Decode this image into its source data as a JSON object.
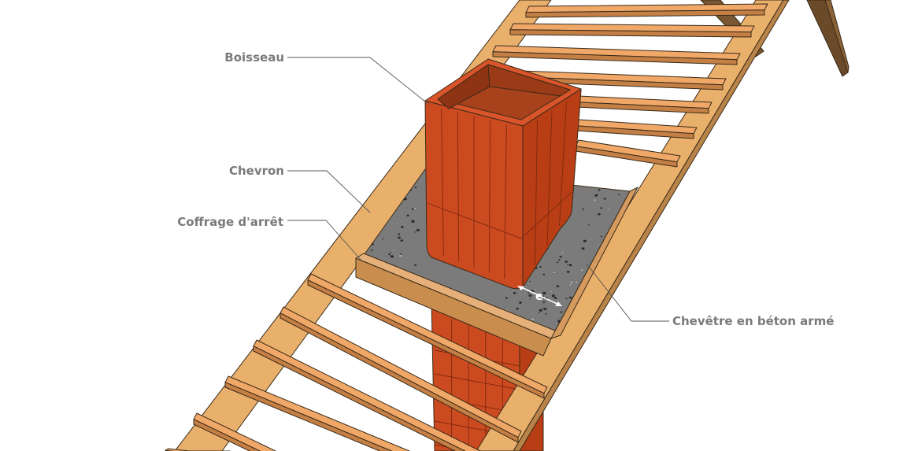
{
  "diagram": {
    "labels": {
      "boisseau": "Boisseau",
      "chevron": "Chevron",
      "coffrage": "Coffrage d'arrêt",
      "chevetre": "Chevêtre en béton armé"
    },
    "dimension_label": "e"
  },
  "colors": {
    "rafter": "#e9b06c",
    "batten": "#f0a868",
    "concrete": "#7b7b7b",
    "flue": "#cc4a1f",
    "label_text": "#7a7a7a"
  }
}
